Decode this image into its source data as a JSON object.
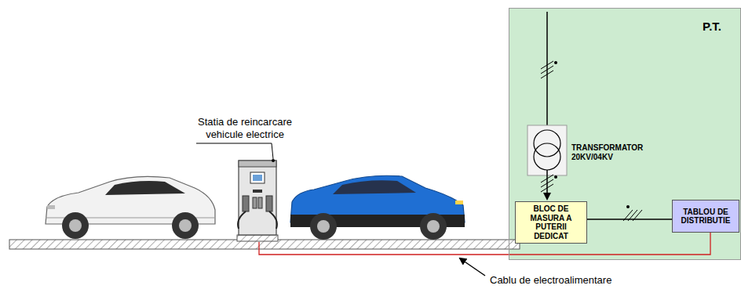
{
  "diagram": {
    "nodes": [
      {
        "text": [
          "P.T."
        ]
      },
      {
        "text": [
          "BLOC DE MASURA A PUTERII DEDICAT"
        ],
        "in": 0
      },
      {
        "text": [
          "TABLOU DE DISTRIBUTIE"
        ],
        "in": 0
      }
    ],
    "edges": [
      {
        "from": 1,
        "to": 2,
        "arrow": "none"
      }
    ],
    "labels": [
      "Statia de reincarcare vehicule electrice",
      "TRANSFORMATOR 20KV/04KV",
      "Cablu de electroalimentare"
    ]
  }
}
